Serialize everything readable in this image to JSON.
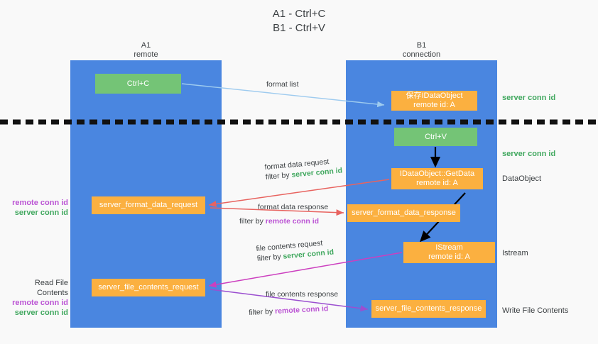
{
  "title": {
    "line1": "A1 - Ctrl+C",
    "line2": "B1 - Ctrl+V"
  },
  "lanes": [
    {
      "name": "A1",
      "sub": "remote"
    },
    {
      "name": "B1",
      "sub": "connection"
    }
  ],
  "boxes": {
    "ctrl_c": "Ctrl+C",
    "ctrl_v": "Ctrl+V",
    "idataobject_title": "保存IDataObject",
    "idataobject_sub": "remote id: A",
    "getdata_title": "IDataObject::GetData",
    "getdata_sub": "remote id: A",
    "istream_title": "IStream",
    "istream_sub": "remote id: A",
    "server_format_data_request": "server_format_data_request",
    "server_format_data_response": "server_format_data_response",
    "server_file_contents_request": "server_file_contents_request",
    "server_file_contents_response": "server_file_contents_response"
  },
  "right_labels": {
    "server_conn_id_top": "server conn id",
    "server_conn_id_mid": "server conn id",
    "dataobject": "DataObject",
    "istream": "Istream",
    "write_file_contents": "Write File Contents"
  },
  "left_labels": {
    "remote_conn_id_1": "remote conn id",
    "server_conn_id_1": "server conn id",
    "read_file_contents": "Read File Contents",
    "remote_conn_id_2": "remote conn id",
    "server_conn_id_2": "server conn id"
  },
  "middle_labels": {
    "format_list": "format list",
    "format_data_request": "format data request",
    "filter_by_1": "filter by",
    "filter_target_1": "server conn id",
    "format_data_response": "format data response",
    "filter_by_2": "filter by",
    "filter_target_2": "remote conn id",
    "file_contents_request": "file contents request",
    "filter_by_3": "filter by",
    "filter_target_3": "server conn id",
    "file_contents_response": "file contents response",
    "filter_by_4": "filter by",
    "filter_target_4": "remote conn id"
  },
  "colors": {
    "lane_blue": "#4a86e0",
    "box_green": "#74c476",
    "box_orange": "#fbb040",
    "accent_green_text": "#41a85f",
    "accent_purple_text": "#bb54d4",
    "arrow_light_blue": "#9ecbef",
    "arrow_red": "#e8635f",
    "arrow_magenta": "#cc3fbf",
    "arrow_purple": "#9b4fd0",
    "arrow_black": "#000000",
    "background": "#f9f9f9"
  }
}
